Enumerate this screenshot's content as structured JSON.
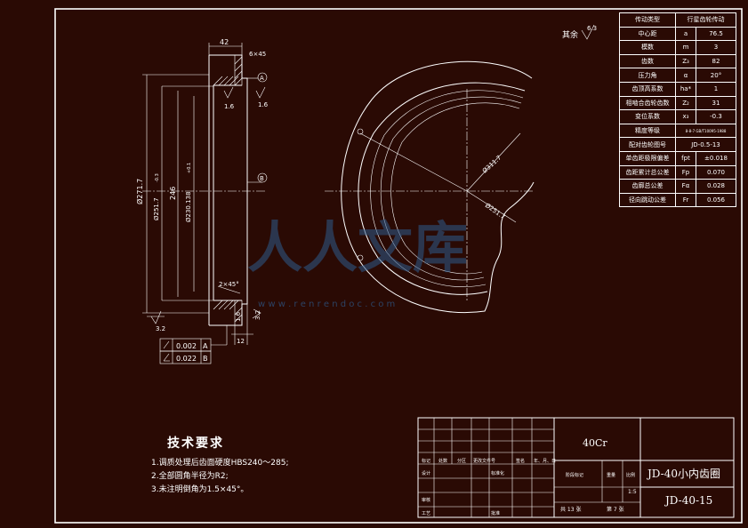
{
  "dimensions": {
    "width_42": "42",
    "chamfer_6x45": "6×45",
    "datum_a": "A",
    "datum_b": "B",
    "rough_16_a": "1.6",
    "rough_16_b": "1.6",
    "dia_271": "Ø271.7",
    "dia_251": "Ø251.7",
    "tol_251": "-0.3",
    "dia_246": "246",
    "dia_230": "Ø230.138",
    "tol_230": "+0.1",
    "chamfer_2x45": "2×45°",
    "rough_32_bottom": "3.2",
    "rough_32_right": "3.2",
    "rough_16_right": "1.6",
    "dim_12": "12",
    "fcf_runout_value": "0.002",
    "fcf_runout_datum": "A",
    "fcf_perp_value": "0.022",
    "fcf_perp_datum": "B",
    "front_dia_311": "Ø311.7",
    "front_dia_251": "Ø251.7",
    "rest_label": "其余",
    "rest_rough": "6.3"
  },
  "params_table": {
    "rows": [
      {
        "name": "传动类型",
        "symbol": "",
        "value": "行星齿轮传动"
      },
      {
        "name": "中心距",
        "symbol": "a",
        "value": "76.5"
      },
      {
        "name": "模数",
        "symbol": "m",
        "value": "3"
      },
      {
        "name": "齿数",
        "symbol": "Z₃",
        "value": "82"
      },
      {
        "name": "压力角",
        "symbol": "α",
        "value": "20°"
      },
      {
        "name": "齿顶高系数",
        "symbol": "ha*",
        "value": "1"
      },
      {
        "name": "相啮合齿轮齿数",
        "symbol": "Z₂",
        "value": "31"
      },
      {
        "name": "变位系数",
        "symbol": "x₃",
        "value": "-0.3"
      },
      {
        "name": "精度等级",
        "symbol": "",
        "value": "8-8-7 GB/T10095-1988"
      },
      {
        "name": "配对齿轮图号",
        "symbol": "",
        "value": "JD-0.5-13"
      },
      {
        "name": "单齿距极限偏差",
        "symbol": "fpt",
        "value": "±0.018"
      },
      {
        "name": "齿距累计总公差",
        "symbol": "Fp",
        "value": "0.070"
      },
      {
        "name": "齿廓总公差",
        "symbol": "Fα",
        "value": "0.028"
      },
      {
        "name": "径向跳动公差",
        "symbol": "Fr",
        "value": "0.056"
      }
    ]
  },
  "notes": {
    "title": "技术要求",
    "lines": [
      "1.调质处理后齿面硬度HBS240～285;",
      "2.全部圆角半径为R2;",
      "3.未注明倒角为1.5×45°。"
    ]
  },
  "title_block": {
    "material": "40Cr",
    "part_name": "JD-40小内齿圈",
    "drawing_no": "JD-40-15",
    "scale": "1:5",
    "sheet_total": "共 13 张",
    "sheet_no": "第 7 张",
    "labels": {
      "mark": "标记",
      "count": "处数",
      "zone": "分区",
      "doc_no": "更改文件号",
      "sign": "签名",
      "date": "年、月、日",
      "design": "设计",
      "standard": "标准化",
      "stage": "阶段标记",
      "weight": "重量",
      "ratio": "比例",
      "review": "审核",
      "craft": "工艺",
      "approve": "批准"
    }
  },
  "watermark": {
    "text": "人人文库",
    "url": "w w w . r e n r e n d o c . c o m"
  }
}
